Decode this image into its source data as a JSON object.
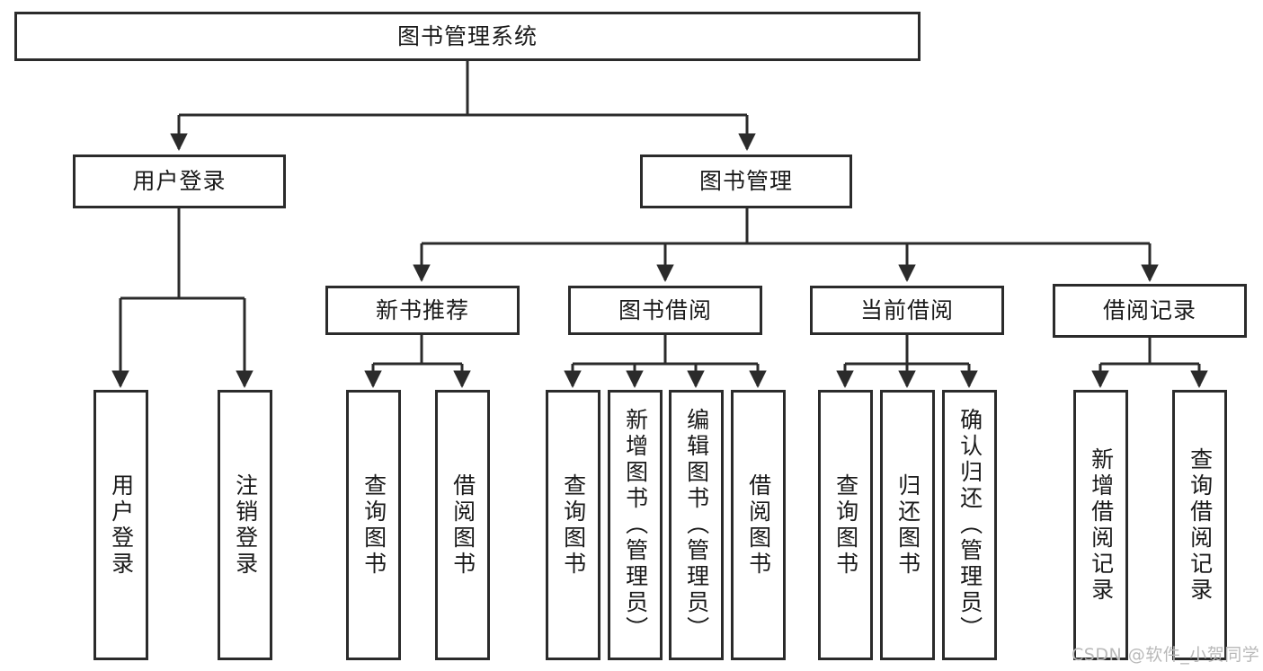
{
  "diagram": {
    "type": "tree",
    "orientation": "top-down",
    "root": {
      "label": "图书管理系统"
    },
    "level2": [
      {
        "label": "用户登录"
      },
      {
        "label": "图书管理"
      }
    ],
    "level3": [
      {
        "label": "新书推荐"
      },
      {
        "label": "图书借阅"
      },
      {
        "label": "当前借阅"
      },
      {
        "label": "借阅记录"
      }
    ],
    "leaves": {
      "user_login": [
        {
          "label": "用户登录"
        },
        {
          "label": "注销登录"
        }
      ],
      "new_book_recommend": [
        {
          "label": "查询图书"
        },
        {
          "label": "借阅图书"
        }
      ],
      "book_borrow": [
        {
          "label": "查询图书"
        },
        {
          "label": "新增图书（管理员）"
        },
        {
          "label": "编辑图书（管理员）"
        },
        {
          "label": "借阅图书"
        }
      ],
      "current_borrow": [
        {
          "label": "查询图书"
        },
        {
          "label": "归还图书"
        },
        {
          "label": "确认归还（管理员）"
        }
      ],
      "borrow_record": [
        {
          "label": "新增借阅记录"
        },
        {
          "label": "查询借阅记录"
        }
      ]
    }
  },
  "watermark": {
    "text": "CSDN @软件_小贺同学"
  },
  "colors": {
    "stroke": "#2b2b2b",
    "background": "#ffffff",
    "text": "#1a1a1a",
    "watermark": "#b9b9b9"
  }
}
